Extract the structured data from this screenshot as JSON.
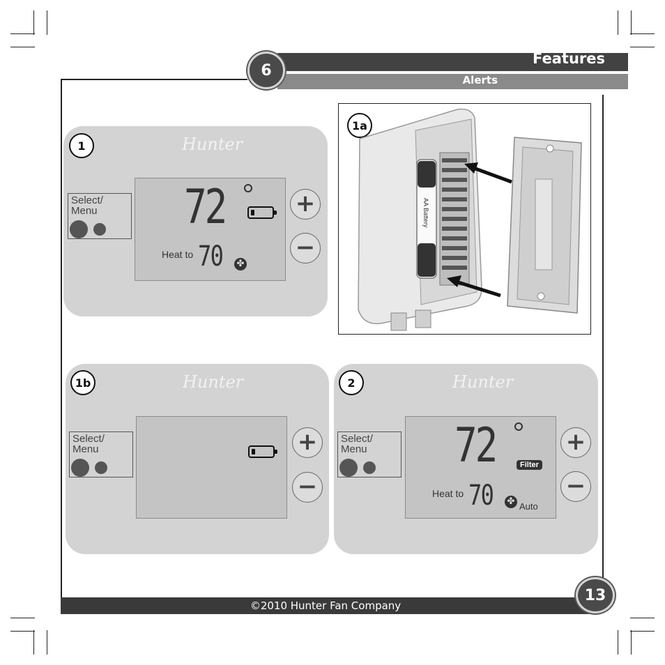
{
  "header": {
    "chapter_number": "6",
    "title": "Features",
    "subtitle": "Alerts"
  },
  "footer": {
    "copyright": "©2010 Hunter Fan Company",
    "page_number": "13"
  },
  "panels": {
    "p1": {
      "label": "1",
      "brand": "Hunter",
      "menu_line1": "Select/",
      "menu_line2": "Menu",
      "temp": "72",
      "heat_to": "Heat to",
      "set_temp": "70",
      "plus": "+",
      "minus": "−"
    },
    "p1a": {
      "label": "1a",
      "battery_text": "AA Battery"
    },
    "p1b": {
      "label": "1b",
      "brand": "Hunter",
      "menu_line1": "Select/",
      "menu_line2": "Menu",
      "plus": "+",
      "minus": "−"
    },
    "p2": {
      "label": "2",
      "brand": "Hunter",
      "menu_line1": "Select/",
      "menu_line2": "Menu",
      "temp": "72",
      "filter": "Filter",
      "heat_to": "Heat to",
      "set_temp": "70",
      "fan_mode": "Auto",
      "plus": "+",
      "minus": "−"
    }
  },
  "colors": {
    "panel_bg": "#d3d3d3",
    "lcd_bg": "#c4c4c4",
    "header_dark": "#424242",
    "header_light": "#8a8a8a"
  },
  "icons": [
    "gear-icon",
    "battery-icon",
    "fan-icon",
    "plus-icon",
    "minus-icon",
    "arrow-icon"
  ]
}
